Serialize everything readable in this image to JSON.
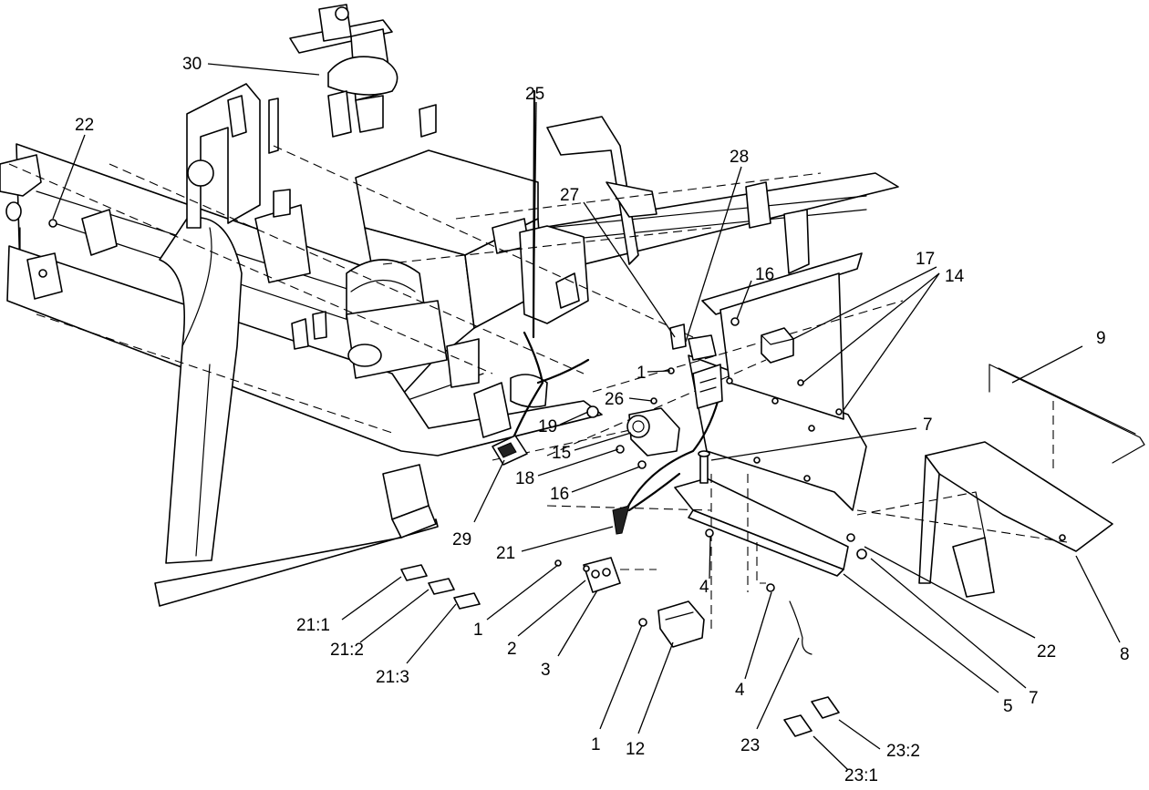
{
  "diagram": {
    "type": "exploded-parts-diagram",
    "callouts": {
      "c1a": "1",
      "c1b": "1",
      "c1c": "1",
      "c2": "2",
      "c3": "3",
      "c4a": "4",
      "c4b": "4",
      "c5": "5",
      "c7a": "7",
      "c7b": "7",
      "c8": "8",
      "c9": "9",
      "c12": "12",
      "c14": "14",
      "c15": "15",
      "c16a": "16",
      "c16b": "16",
      "c17": "17",
      "c18": "18",
      "c19": "19",
      "c21": "21",
      "c21_1": "21:1",
      "c21_2": "21:2",
      "c21_3": "21:3",
      "c22a": "22",
      "c22b": "22",
      "c23": "23",
      "c23_1": "23:1",
      "c23_2": "23:2",
      "c25": "25",
      "c26": "26",
      "c27": "27",
      "c28": "28",
      "c29": "29",
      "c30": "30"
    }
  }
}
